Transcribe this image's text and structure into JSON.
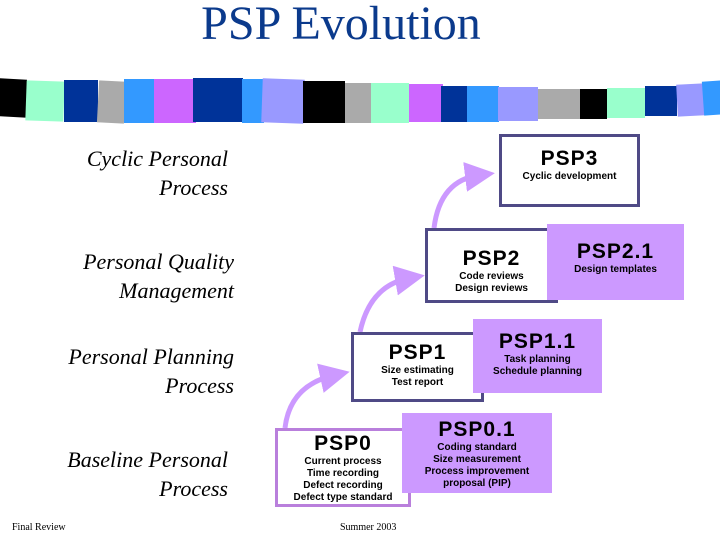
{
  "title": "PSP Evolution",
  "decor_stripe": {
    "colors": [
      "#000000",
      "#99ffcc",
      "#003399",
      "#aaaaaa",
      "#3399ff",
      "#cc66ff",
      "#003399",
      "#3399ff",
      "#9999ff",
      "#000000",
      "#aaaaaa",
      "#99ffcc",
      "#cc66ff",
      "#003399",
      "#3399ff",
      "#9999ff",
      "#aaaaaa",
      "#000000",
      "#99ffcc",
      "#003399",
      "#9999ff",
      "#3399ff"
    ]
  },
  "levels": [
    {
      "label_line1": "Cyclic Personal",
      "label_line2": "Process"
    },
    {
      "label_line1": "Personal Quality",
      "label_line2": "Management"
    },
    {
      "label_line1": "Personal Planning",
      "label_line2": "Process"
    },
    {
      "label_line1": "Baseline Personal",
      "label_line2": "Process"
    }
  ],
  "boxes": {
    "psp3": {
      "name": "PSP3",
      "desc": "Cyclic development"
    },
    "psp2": {
      "name": "PSP2",
      "desc": "Code reviews\nDesign reviews"
    },
    "psp2_1": {
      "name": "PSP2.1",
      "desc": "Design templates"
    },
    "psp1": {
      "name": "PSP1",
      "desc": "Size estimating\nTest report"
    },
    "psp1_1": {
      "name": "PSP1.1",
      "desc": "Task planning\nSchedule planning"
    },
    "psp0": {
      "name": "PSP0",
      "desc": "Current process\nTime recording\nDefect recording\nDefect type standard"
    },
    "psp0_1": {
      "name": "PSP0.1",
      "desc": "Coding standard\nSize  measurement\nProcess improvement\nproposal (PIP)"
    }
  },
  "colors": {
    "title": "#0b3a8c",
    "main_box_border": "#4f4a86",
    "psp0_border": "#b97fdc",
    "sub_box_fill": "#cc99ff",
    "arrow": "#cc99ff"
  },
  "footer": {
    "left": "Final Review",
    "center": "Summer 2003"
  }
}
